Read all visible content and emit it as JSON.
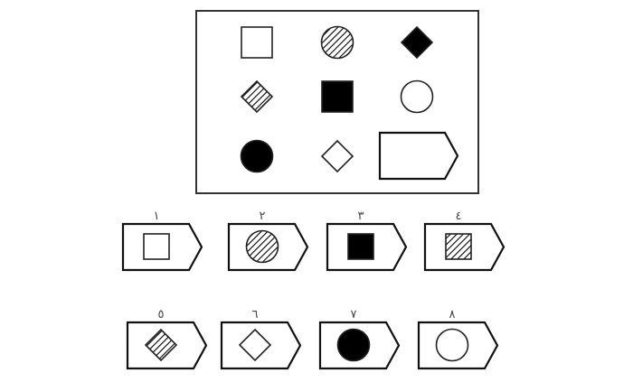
{
  "puzzle": {
    "grid": [
      {
        "shape": "square",
        "fill": "outline"
      },
      {
        "shape": "circle",
        "fill": "hatched"
      },
      {
        "shape": "diamond",
        "fill": "filled"
      },
      {
        "shape": "diamond",
        "fill": "hatched"
      },
      {
        "shape": "square",
        "fill": "filled"
      },
      {
        "shape": "circle",
        "fill": "outline"
      },
      {
        "shape": "circle",
        "fill": "filled"
      },
      {
        "shape": "diamond",
        "fill": "outline"
      },
      {
        "shape": "answer-slot",
        "fill": "empty"
      }
    ],
    "options": [
      {
        "label": "١",
        "shape": "square",
        "fill": "outline"
      },
      {
        "label": "٢",
        "shape": "circle",
        "fill": "hatched"
      },
      {
        "label": "٣",
        "shape": "square",
        "fill": "filled"
      },
      {
        "label": "٤",
        "shape": "square",
        "fill": "hatched"
      },
      {
        "label": "٥",
        "shape": "diamond",
        "fill": "hatched"
      },
      {
        "label": "٦",
        "shape": "diamond",
        "fill": "outline"
      },
      {
        "label": "٧",
        "shape": "circle",
        "fill": "filled"
      },
      {
        "label": "٨",
        "shape": "circle",
        "fill": "outline"
      }
    ]
  }
}
